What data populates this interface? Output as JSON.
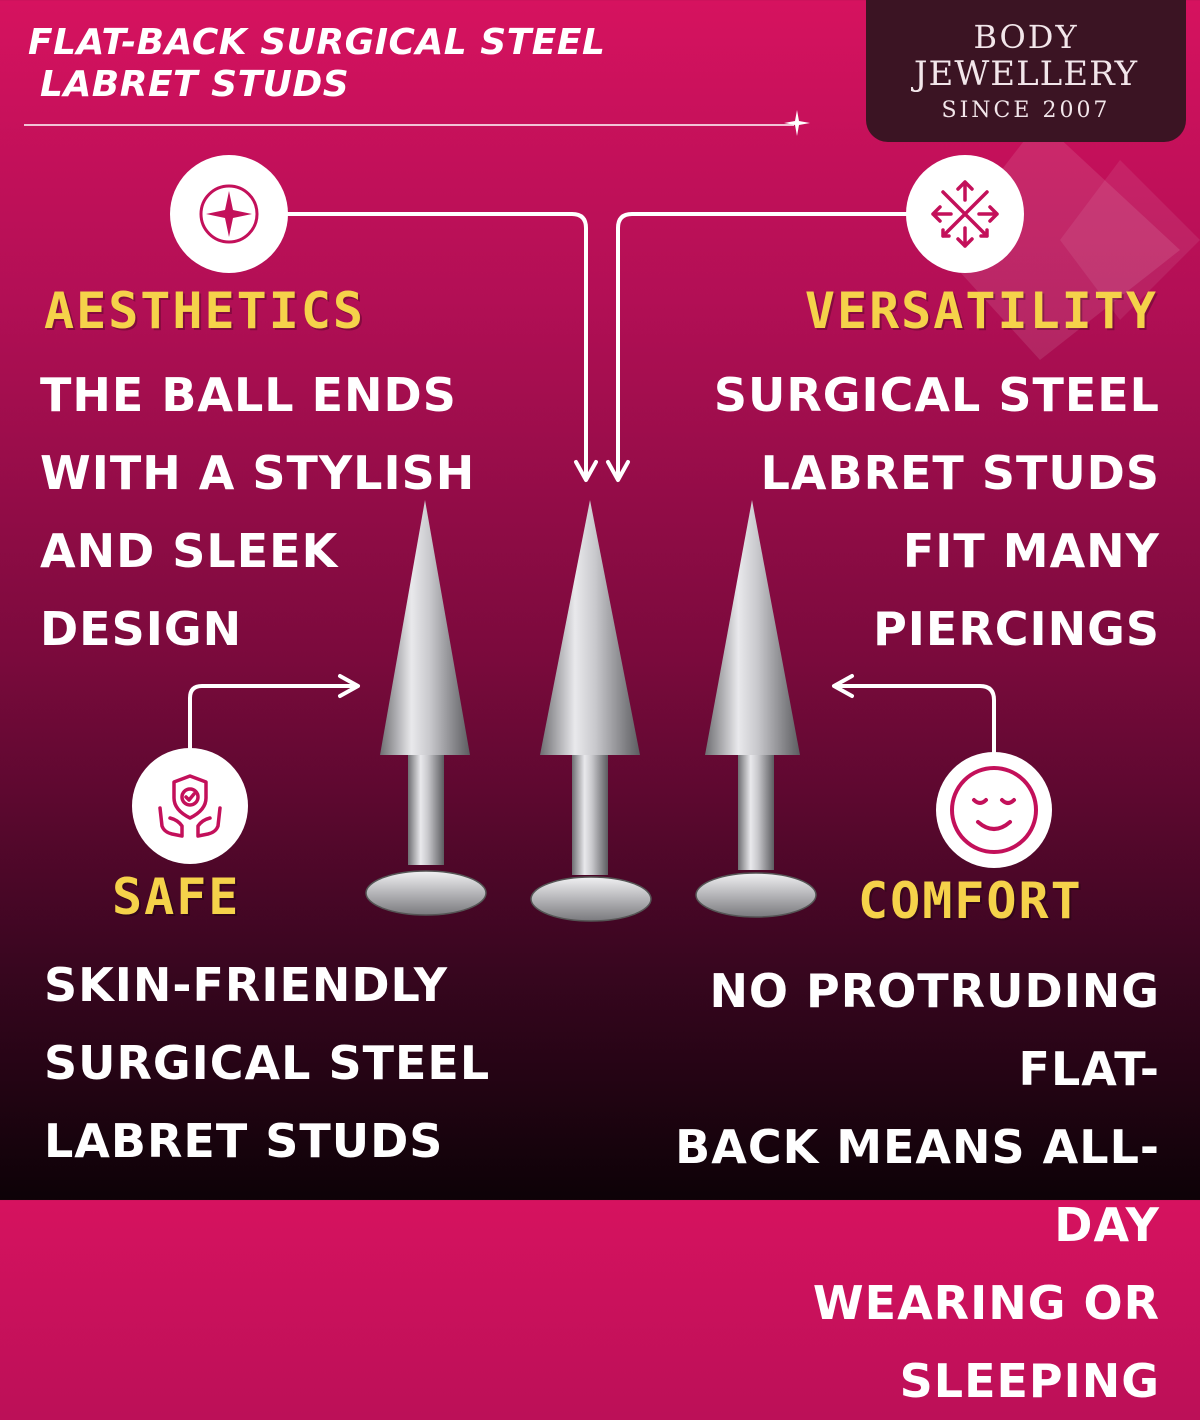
{
  "header": {
    "line1": "FLAT-BACK SURGICAL STEEL",
    "line2": "LABRET STUDS"
  },
  "logo": {
    "line1": "BODY",
    "line2": "JEWELLERY",
    "line3": "SINCE 2007"
  },
  "features": {
    "aesthetics": {
      "title": "AESTHETICS",
      "lines": [
        "The ball ends",
        "with a stylish",
        "and sleek",
        "design"
      ]
    },
    "versatility": {
      "title": "VERSATILITY",
      "lines": [
        "Surgical Steel",
        "Labret Studs",
        "Fit Many",
        "Piercings"
      ]
    },
    "safe": {
      "title": "SAFE",
      "lines": [
        "Skin-friendly",
        "Surgical Steel",
        "Labret Studs"
      ]
    },
    "comfort": {
      "title": "COMFORT",
      "lines": [
        "No protruding flat-",
        "back means all-day",
        "wearing or sleeping"
      ]
    }
  },
  "colors": {
    "accent": "#d6125f",
    "title": "#f5d24a",
    "icon_stroke": "#c3105a"
  },
  "icons": {
    "aesthetics": "sparkle-icon",
    "versatility": "arrows-expand-icon",
    "safe": "shield-hands-icon",
    "comfort": "smiley-face-icon"
  }
}
